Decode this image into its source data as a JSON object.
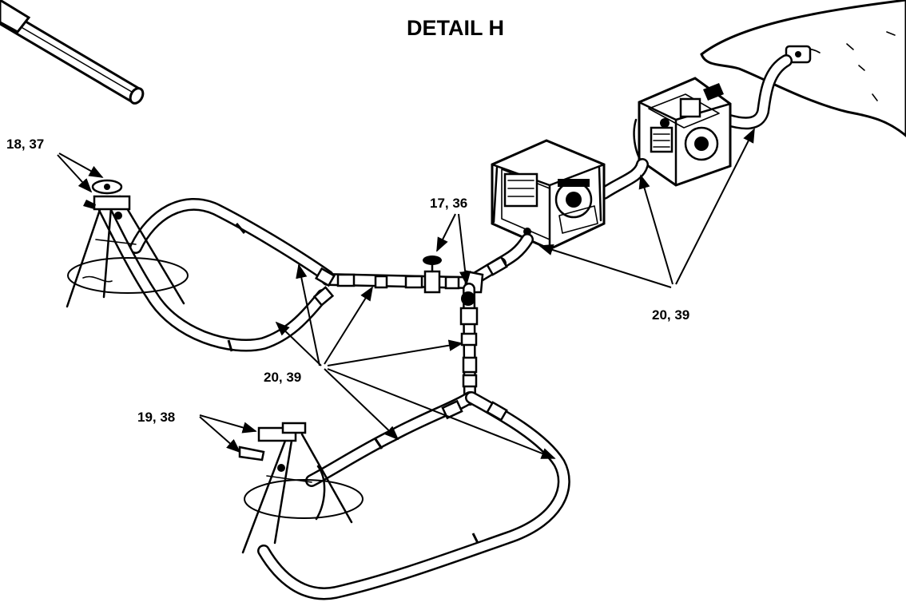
{
  "figure": {
    "title": "DETAIL H",
    "callouts": {
      "sprinkler_top": "18, 37",
      "valve": "17, 36",
      "pumps": "20, 39",
      "hoses": "20, 39",
      "sprinkler_bottom": "19, 38"
    },
    "icons": [
      "suction-hose-icon",
      "bladder-tank-icon",
      "pump-unit-icon",
      "sprinkler-tripod-icon",
      "valve-icon",
      "tee-fitting-icon"
    ]
  }
}
